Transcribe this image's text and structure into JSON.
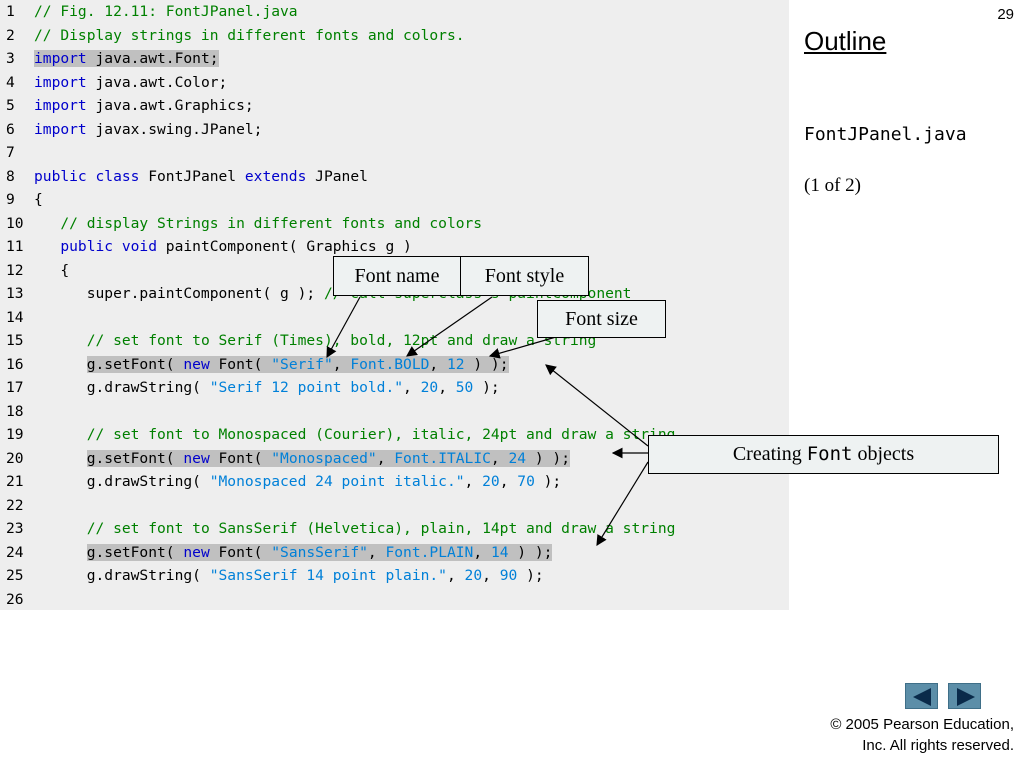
{
  "slide": {
    "number": "29",
    "outline_title": "Outline",
    "file_name": "FontJPanel.java",
    "page_of": "(1 of 2)",
    "copyright_line1": "© 2005 Pearson Education,",
    "copyright_line2": "Inc.  All rights reserved."
  },
  "nav": {
    "prev_icon": "triangle-left-icon",
    "next_icon": "triangle-right-icon"
  },
  "callouts": {
    "font_name": "Font name",
    "font_style": "Font style",
    "font_size": "Font size",
    "creating_prefix": "Creating ",
    "creating_code": "Font",
    "creating_suffix": " objects"
  },
  "code": [
    {
      "n": "1",
      "segs": [
        {
          "t": "// Fig. 12.11: FontJPanel.java",
          "c": "cm"
        }
      ]
    },
    {
      "n": "2",
      "segs": [
        {
          "t": "// Display strings in different fonts and colors.",
          "c": "cm"
        }
      ]
    },
    {
      "n": "3",
      "segs": [
        {
          "t": "import",
          "c": "kw hl"
        },
        {
          "t": " java.awt.Font;",
          "c": "hl"
        }
      ]
    },
    {
      "n": "4",
      "segs": [
        {
          "t": "import",
          "c": "kw"
        },
        {
          "t": " java.awt.Color;",
          "c": ""
        }
      ]
    },
    {
      "n": "5",
      "segs": [
        {
          "t": "import",
          "c": "kw"
        },
        {
          "t": " java.awt.Graphics;",
          "c": ""
        }
      ]
    },
    {
      "n": "6",
      "segs": [
        {
          "t": "import",
          "c": "kw"
        },
        {
          "t": " javax.swing.JPanel;",
          "c": ""
        }
      ]
    },
    {
      "n": "7",
      "segs": []
    },
    {
      "n": "8",
      "segs": [
        {
          "t": "public class",
          "c": "kw"
        },
        {
          "t": " FontJPanel ",
          "c": ""
        },
        {
          "t": "extends",
          "c": "kw"
        },
        {
          "t": " JPanel",
          "c": ""
        }
      ]
    },
    {
      "n": "9",
      "segs": [
        {
          "t": "{",
          "c": ""
        }
      ]
    },
    {
      "n": "10",
      "segs": [
        {
          "t": "   ",
          "c": ""
        },
        {
          "t": "// display Strings in different fonts and colors",
          "c": "cm"
        }
      ]
    },
    {
      "n": "11",
      "segs": [
        {
          "t": "   ",
          "c": ""
        },
        {
          "t": "public void",
          "c": "kw"
        },
        {
          "t": " paintComponent( Graphics g )",
          "c": ""
        }
      ]
    },
    {
      "n": "12",
      "segs": [
        {
          "t": "   {",
          "c": ""
        }
      ]
    },
    {
      "n": "13",
      "segs": [
        {
          "t": "      super.paintComponent( g ); ",
          "c": ""
        },
        {
          "t": "// call superclass's paintComponent",
          "c": "cm"
        }
      ]
    },
    {
      "n": "14",
      "segs": []
    },
    {
      "n": "15",
      "segs": [
        {
          "t": "      ",
          "c": ""
        },
        {
          "t": "// set font to Serif (Times), bold, 12pt and draw a string",
          "c": "cm"
        }
      ]
    },
    {
      "n": "16",
      "segs": [
        {
          "t": "      ",
          "c": ""
        },
        {
          "t": "g.setFont( ",
          "c": "hl"
        },
        {
          "t": "new",
          "c": "kw hl"
        },
        {
          "t": " Font( ",
          "c": "hl"
        },
        {
          "t": "\"Serif\"",
          "c": "st hl"
        },
        {
          "t": ", ",
          "c": "hl"
        },
        {
          "t": "Font.BOLD",
          "c": "st hl"
        },
        {
          "t": ", ",
          "c": "hl"
        },
        {
          "t": "12",
          "c": "st hl"
        },
        {
          "t": " ) );",
          "c": "hl"
        }
      ]
    },
    {
      "n": "17",
      "segs": [
        {
          "t": "      g.drawString( ",
          "c": ""
        },
        {
          "t": "\"Serif 12 point bold.\"",
          "c": "st"
        },
        {
          "t": ", ",
          "c": ""
        },
        {
          "t": "20",
          "c": "st"
        },
        {
          "t": ", ",
          "c": ""
        },
        {
          "t": "50",
          "c": "st"
        },
        {
          "t": " );",
          "c": ""
        }
      ]
    },
    {
      "n": "18",
      "segs": []
    },
    {
      "n": "19",
      "segs": [
        {
          "t": "      ",
          "c": ""
        },
        {
          "t": "// set font to Monospaced (Courier), italic, 24pt and draw a string",
          "c": "cm"
        }
      ]
    },
    {
      "n": "20",
      "segs": [
        {
          "t": "      ",
          "c": ""
        },
        {
          "t": "g.setFont( ",
          "c": "hl"
        },
        {
          "t": "new",
          "c": "kw hl"
        },
        {
          "t": " Font( ",
          "c": "hl"
        },
        {
          "t": "\"Monospaced\"",
          "c": "st hl"
        },
        {
          "t": ", ",
          "c": "hl"
        },
        {
          "t": "Font.ITALIC",
          "c": "st hl"
        },
        {
          "t": ", ",
          "c": "hl"
        },
        {
          "t": "24",
          "c": "st hl"
        },
        {
          "t": " ) );",
          "c": "hl"
        }
      ]
    },
    {
      "n": "21",
      "segs": [
        {
          "t": "      g.drawString( ",
          "c": ""
        },
        {
          "t": "\"Monospaced 24 point italic.\"",
          "c": "st"
        },
        {
          "t": ", ",
          "c": ""
        },
        {
          "t": "20",
          "c": "st"
        },
        {
          "t": ", ",
          "c": ""
        },
        {
          "t": "70",
          "c": "st"
        },
        {
          "t": " );",
          "c": ""
        }
      ]
    },
    {
      "n": "22",
      "segs": []
    },
    {
      "n": "23",
      "segs": [
        {
          "t": "      ",
          "c": ""
        },
        {
          "t": "// set font to SansSerif (Helvetica), plain, 14pt and draw a string",
          "c": "cm"
        }
      ]
    },
    {
      "n": "24",
      "segs": [
        {
          "t": "      ",
          "c": ""
        },
        {
          "t": "g.setFont( ",
          "c": "hl"
        },
        {
          "t": "new",
          "c": "kw hl"
        },
        {
          "t": " Font( ",
          "c": "hl"
        },
        {
          "t": "\"SansSerif\"",
          "c": "st hl"
        },
        {
          "t": ", ",
          "c": "hl"
        },
        {
          "t": "Font.PLAIN",
          "c": "st hl"
        },
        {
          "t": ", ",
          "c": "hl"
        },
        {
          "t": "14",
          "c": "st hl"
        },
        {
          "t": " ) );",
          "c": "hl"
        }
      ]
    },
    {
      "n": "25",
      "segs": [
        {
          "t": "      g.drawString( ",
          "c": ""
        },
        {
          "t": "\"SansSerif 14 point plain.\"",
          "c": "st"
        },
        {
          "t": ", ",
          "c": ""
        },
        {
          "t": "20",
          "c": "st"
        },
        {
          "t": ", ",
          "c": ""
        },
        {
          "t": "90",
          "c": "st"
        },
        {
          "t": " );",
          "c": ""
        }
      ]
    },
    {
      "n": "26",
      "segs": []
    }
  ]
}
